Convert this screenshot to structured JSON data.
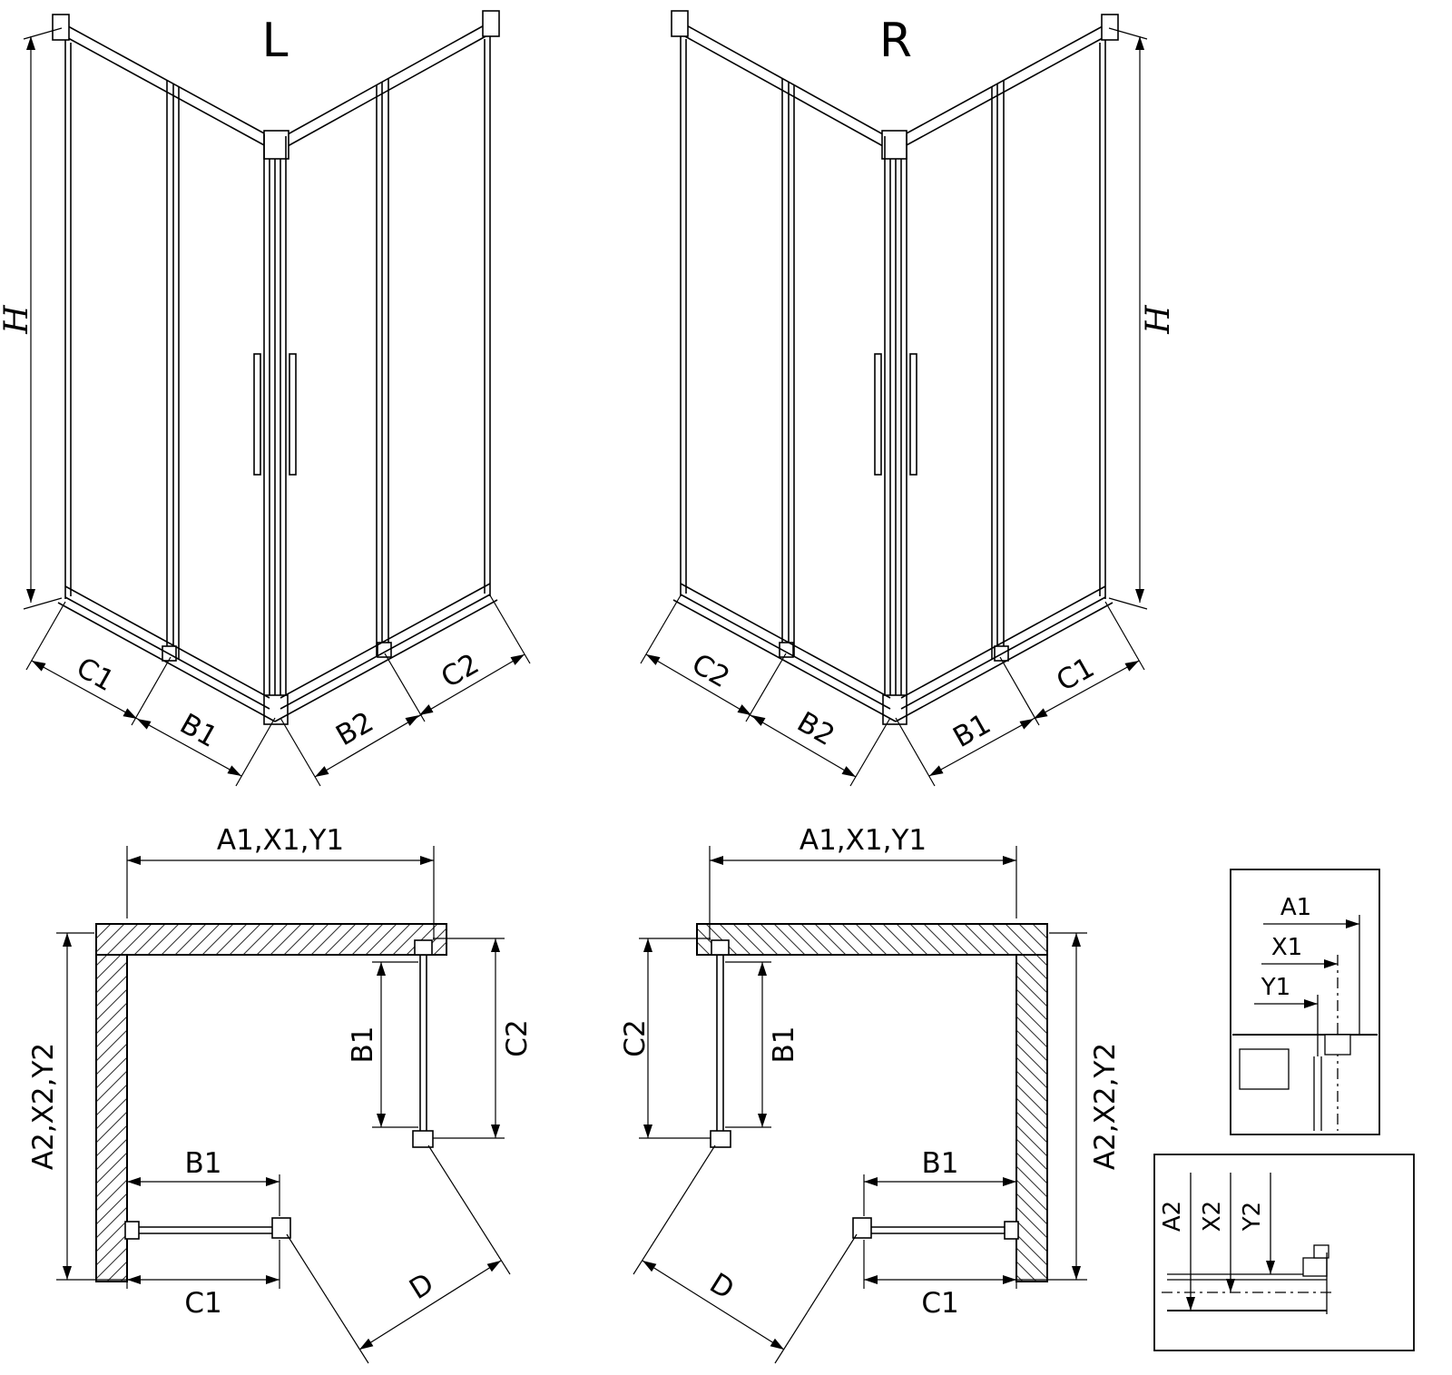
{
  "colors": {
    "line": "#000000",
    "background": "#ffffff"
  },
  "diagram": {
    "iso_left": {
      "title": "L",
      "h": "H",
      "c1": "C1",
      "b1": "B1",
      "b2": "B2",
      "c2": "C2"
    },
    "iso_right": {
      "title": "R",
      "h": "H",
      "c1": "C1",
      "b1": "B1",
      "b2": "B2",
      "c2": "C2"
    },
    "plan_left": {
      "top": "A1,X1,Y1",
      "side": "A2,X2,Y2",
      "b1_door": "B1",
      "c2_panel": "C2",
      "b1_door_bottom": "B1",
      "c1_panel": "C1",
      "diagonal": "D"
    },
    "plan_right": {
      "top": "A1,X1,Y1",
      "side": "A2,X2,Y2",
      "b1_door": "B1",
      "c2_panel": "C2",
      "b1_door_bottom": "B1",
      "c1_panel": "C1",
      "diagonal": "D"
    },
    "detail_width": {
      "a1": "A1",
      "x1": "X1",
      "y1": "Y1"
    },
    "detail_height": {
      "a2": "A2",
      "x2": "X2",
      "y2": "Y2"
    }
  }
}
